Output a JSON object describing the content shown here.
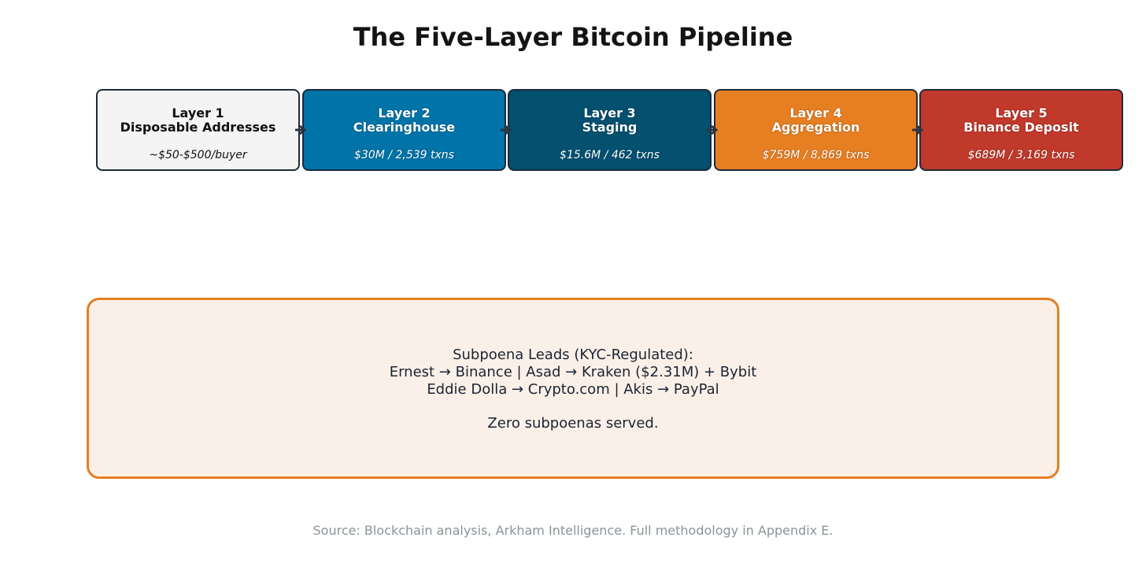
{
  "title": "The Five-Layer Bitcoin Pipeline",
  "layers": [
    {
      "label": "Layer 1",
      "name": "Disposable Addresses",
      "stat": "~$50-$500/buyer",
      "color": "#f4f4f4"
    },
    {
      "label": "Layer 2",
      "name": "Clearinghouse",
      "stat": "$30M / 2,539 txns",
      "color": "#0073a8"
    },
    {
      "label": "Layer 3",
      "name": "Staging",
      "stat": "$15.6M / 462 txns",
      "color": "#03506f"
    },
    {
      "label": "Layer 4",
      "name": "Aggregation",
      "stat": "$759M / 8,869 txns",
      "color": "#e67e22"
    },
    {
      "label": "Layer 5",
      "name": "Binance Deposit",
      "stat": "$689M / 3,169 txns",
      "color": "#c0392b"
    }
  ],
  "leads": {
    "heading": "Subpoena Leads (KYC-Regulated):",
    "line1": "Ernest → Binance  |  Asad → Kraken ($2.31M) + Bybit",
    "line2": "Eddie Dolla → Crypto.com  |  Akis → PayPal",
    "footer": "Zero subpoenas served.",
    "border_color": "#e67e22",
    "background_color": "#fbf0e8"
  },
  "source": "Source: Blockchain analysis, Arkham Intelligence. Full methodology in Appendix E."
}
